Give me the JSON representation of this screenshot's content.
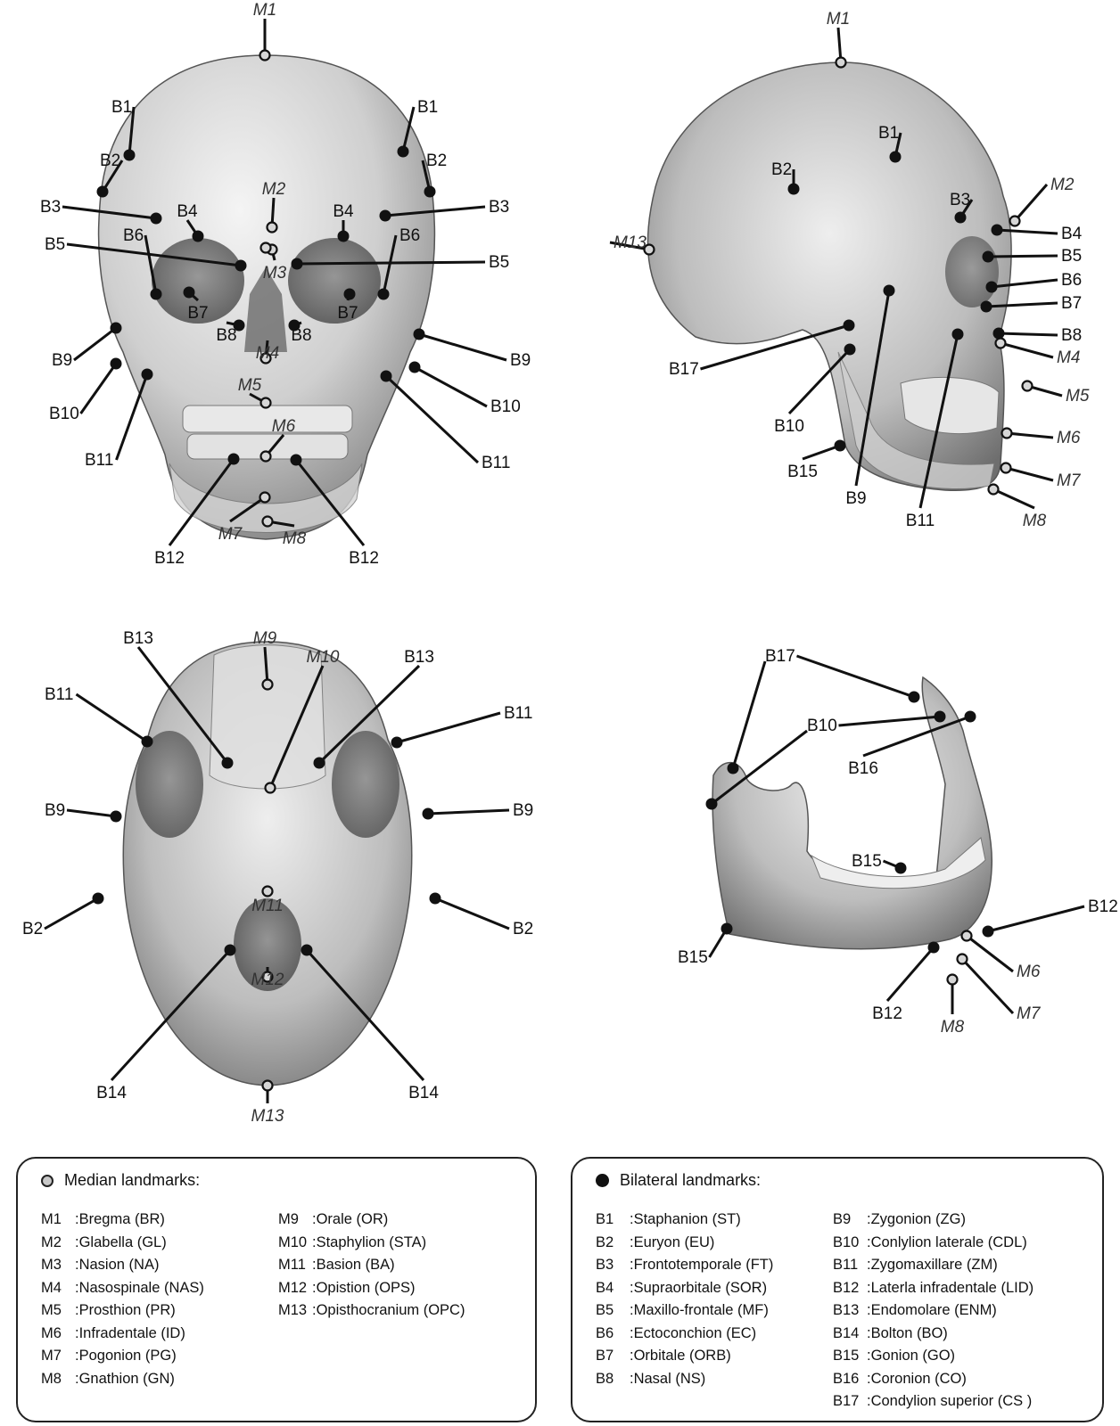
{
  "views": {
    "frontal": {
      "labels": [
        "M1",
        "B1",
        "B1",
        "B2",
        "B2",
        "B3",
        "B3",
        "M2",
        "B4",
        "B4",
        "B5",
        "B5",
        "M3",
        "B6",
        "B6",
        "B7",
        "B7",
        "B9",
        "B9",
        "B8",
        "B8",
        "M4",
        "B10",
        "B10",
        "M5",
        "B11",
        "B11",
        "M6",
        "B12",
        "B12",
        "M7",
        "M8"
      ]
    },
    "lateral": {
      "labels": [
        "M1",
        "B1",
        "B2",
        "B3",
        "M2",
        "B4",
        "B5",
        "B6",
        "B7",
        "M13",
        "B8",
        "M4",
        "B17",
        "M5",
        "B10",
        "M6",
        "B15",
        "M7",
        "B9",
        "B11",
        "M8"
      ]
    },
    "basal": {
      "labels": [
        "M9",
        "B13",
        "M10",
        "B13",
        "B11",
        "B11",
        "B9",
        "B9",
        "B2",
        "B2",
        "M11",
        "M12",
        "B14",
        "B14",
        "M13"
      ]
    },
    "mandible": {
      "labels": [
        "B17",
        "B10",
        "B16",
        "B15",
        "B12",
        "B15",
        "M6",
        "M7",
        "B12",
        "M8"
      ]
    }
  },
  "legend": {
    "median": {
      "title": "Median landmarks:",
      "col1": [
        {
          "code": "M1",
          "sep": ": ",
          "name": "Bregma (BR)"
        },
        {
          "code": "M2",
          "sep": ": ",
          "name": "Glabella (GL)"
        },
        {
          "code": "M3",
          "sep": ": ",
          "name": "Nasion (NA)"
        },
        {
          "code": "M4",
          "sep": ": ",
          "name": "Nasospinale (NAS)"
        },
        {
          "code": "M5",
          "sep": ": ",
          "name": "Prosthion (PR)"
        },
        {
          "code": "M6",
          "sep": ": ",
          "name": "Infradentale (ID)"
        },
        {
          "code": "M7",
          "sep": ": ",
          "name": "Pogonion (PG)"
        },
        {
          "code": "M8",
          "sep": ": ",
          "name": "Gnathion (GN)"
        }
      ],
      "col2": [
        {
          "code": "M9",
          "sep": ": ",
          "name": "Orale (OR)"
        },
        {
          "code": "M10",
          "sep": ": ",
          "name": "Staphylion (STA)"
        },
        {
          "code": "M11",
          "sep": ": ",
          "name": "Basion (BA)"
        },
        {
          "code": "M12",
          "sep": ": ",
          "name": "Opistion (OPS)"
        },
        {
          "code": "M13",
          "sep": ": ",
          "name": "Opisthocranium (OPC)"
        }
      ]
    },
    "bilateral": {
      "title": "Bilateral landmarks:",
      "col1": [
        {
          "code": "B1",
          "sep": ": ",
          "name": "Staphanion (ST)"
        },
        {
          "code": "B2",
          "sep": ": ",
          "name": "Euryon (EU)"
        },
        {
          "code": "B3",
          "sep": ": ",
          "name": "Frontotemporale (FT)"
        },
        {
          "code": "B4",
          "sep": ": ",
          "name": "Supraorbitale (SOR)"
        },
        {
          "code": "B5",
          "sep": ": ",
          "name": "Maxillo-frontale (MF)"
        },
        {
          "code": "B6",
          "sep": ": ",
          "name": "Ectoconchion (EC)"
        },
        {
          "code": "B7",
          "sep": ": ",
          "name": "Orbitale (ORB)"
        },
        {
          "code": "B8",
          "sep": ": ",
          "name": "Nasal (NS)"
        }
      ],
      "col2": [
        {
          "code": "B9",
          "sep": ": ",
          "name": "Zygonion (ZG)"
        },
        {
          "code": "B10",
          "sep": ": ",
          "name": "Conlylion laterale (CDL)"
        },
        {
          "code": "B11",
          "sep": ": ",
          "name": "Zygomaxillare (ZM)"
        },
        {
          "code": "B12",
          "sep": ": ",
          "name": "Laterla infradentale (LID)"
        },
        {
          "code": "B13",
          "sep": ": ",
          "name": "Endomolare (ENM)"
        },
        {
          "code": "B14",
          "sep": ": ",
          "name": "Bolton (BO)"
        },
        {
          "code": "B15",
          "sep": ": ",
          "name": "Gonion (GO)"
        },
        {
          "code": "B16",
          "sep": ": ",
          "name": "Coronion (CO)"
        },
        {
          "code": "B17",
          "sep": ": ",
          "name": "Condylion superior (CS )"
        }
      ]
    }
  }
}
